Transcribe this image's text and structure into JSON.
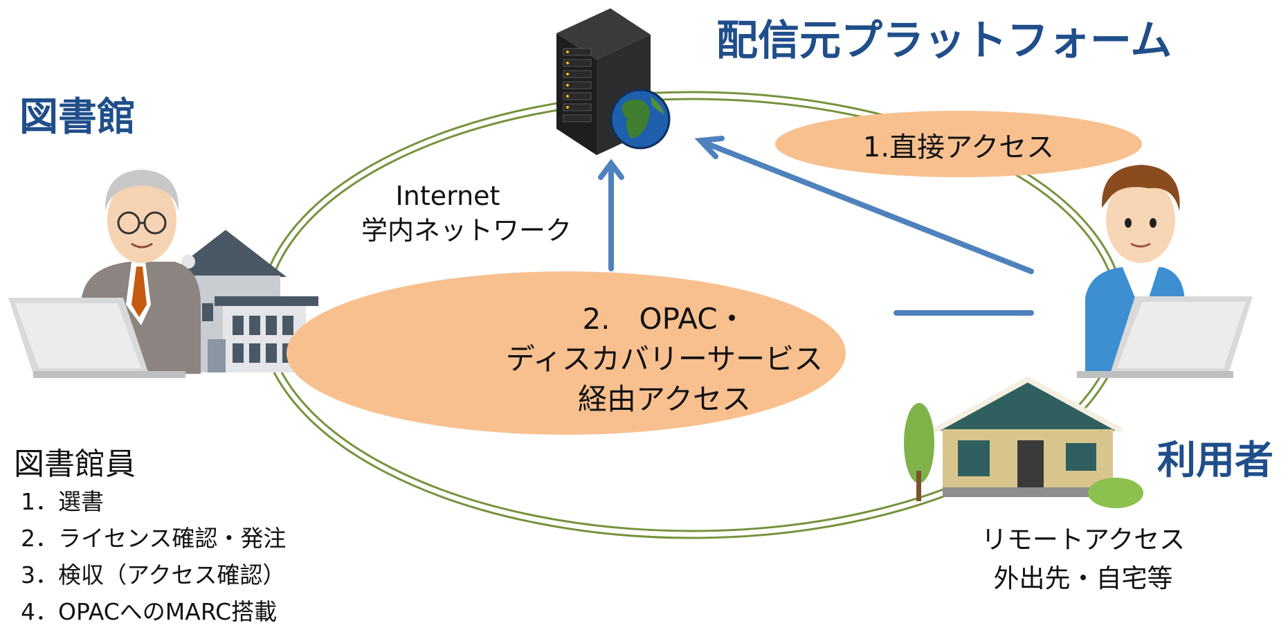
{
  "platform": {
    "title": "配信元プラットフォーム",
    "icon": "server-globe-icon"
  },
  "library": {
    "title": "図書館"
  },
  "network": {
    "line1": "Internet",
    "line2": "学内ネットワーク"
  },
  "access": {
    "direct": "1.直接アクセス",
    "opac_line1": "2.　OPAC・",
    "opac_line2": "ディスカバリーサービス",
    "opac_line3": "経由アクセス"
  },
  "staff": {
    "title": "図書館員",
    "tasks": [
      "1．選書",
      "2．ライセンス確認・発注",
      "3．検収（アクセス確認）",
      "4．OPACへのMARC搭載"
    ]
  },
  "user": {
    "title": "利用者",
    "remote_line1": "リモートアクセス",
    "remote_line2": "外出先・自宅等"
  },
  "colors": {
    "title_blue": "#1f4e8a",
    "ring_green": "#76923c",
    "arrow_blue": "#4f81bd",
    "bubble_orange": "#f8c08f"
  }
}
